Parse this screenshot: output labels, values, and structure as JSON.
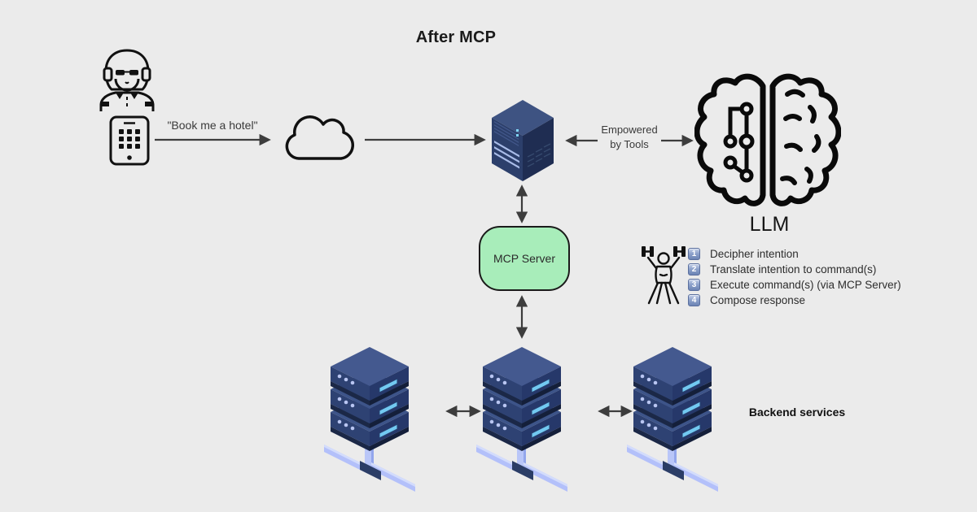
{
  "title": "After MCP",
  "flow": {
    "quote": "\"Book me a hotel\"",
    "empowered_line1": "Empowered",
    "empowered_line2": "by Tools",
    "llm_label": "LLM"
  },
  "mcp": {
    "label": "MCP Server",
    "fill": "#a8edba"
  },
  "steps": [
    {
      "num": "1",
      "text": "Decipher intention"
    },
    {
      "num": "2",
      "text": "Translate intention to command(s)"
    },
    {
      "num": "3",
      "text": "Execute command(s) (via MCP Server)"
    },
    {
      "num": "4",
      "text": "Compose response"
    }
  ],
  "backend": {
    "label": "Backend services"
  },
  "icons": {
    "user": "user-with-headset-icon",
    "phone": "smartphone-icon",
    "cloud": "cloud-icon",
    "server": "server-tower-icon",
    "brain": "brain-circuit-icon",
    "weightlifter": "weightlifter-icon",
    "server_stack": "server-stack-icon"
  },
  "colors": {
    "background": "#ebebeb",
    "arrow": "#3d3d3d",
    "server_top": "#3d5489",
    "server_front": "#2e4273",
    "server_side": "#1f2d52",
    "panel_blue": "#72c9f1",
    "rail_periwinkle": "#b3c0fa",
    "mcp_green": "#a8edba",
    "badge_blue": "#6c84b4"
  }
}
